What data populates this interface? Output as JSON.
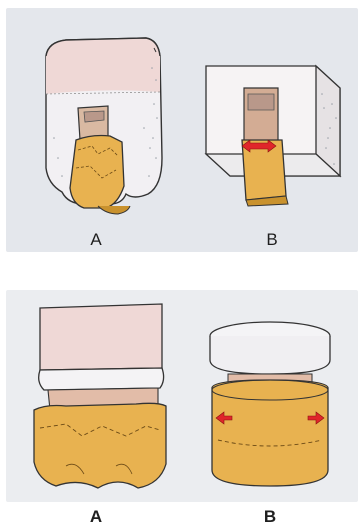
{
  "top_figure": {
    "left_caption": "A",
    "right_caption": "B"
  },
  "bottom_figure": {
    "left_caption": "A",
    "right_caption": "B"
  },
  "colors": {
    "cast_gold": "#e8b250",
    "cast_gold_dark": "#c9922e",
    "tooth_pink": "#efd8d6",
    "tooth_white": "#f3f1f3",
    "die_block": "#f6f3f4",
    "arrow_red": "#e0262a",
    "inner_beige": "#e2bca8"
  }
}
